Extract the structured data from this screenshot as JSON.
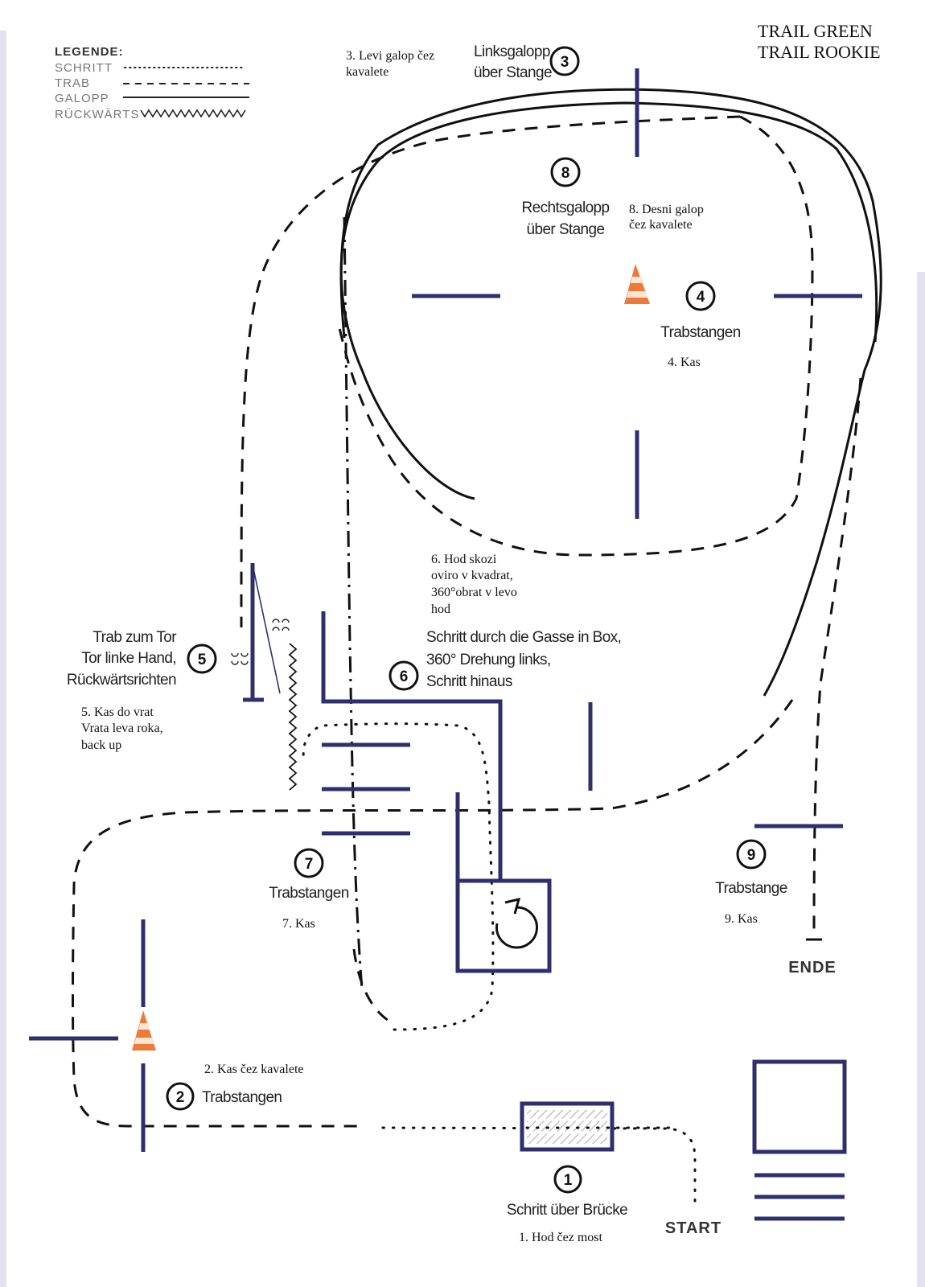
{
  "title": {
    "line1": "TRAIL GREEN",
    "line2": "TRAIL ROOKIE"
  },
  "legend": {
    "heading": "LEGENDE:",
    "items": [
      {
        "label": "SCHRITT",
        "style": "dotted"
      },
      {
        "label": "TRAB",
        "style": "dashed"
      },
      {
        "label": "GALOPP",
        "style": "solid"
      },
      {
        "label": "RÜCKWÄRTS",
        "style": "zigzag"
      }
    ]
  },
  "colors": {
    "pole": "#2e2f6e",
    "path": "#111111",
    "cone_orange": "#ee7a3a",
    "edge": "#e4e2ee"
  },
  "obstacles": [
    {
      "number": "1",
      "de": [
        "Schritt über Brücke"
      ],
      "sl": [
        "1. Hod čez most"
      ]
    },
    {
      "number": "2",
      "de": [
        "Trabstangen"
      ],
      "sl": [
        "2. Kas čez kavalete"
      ]
    },
    {
      "number": "3",
      "de": [
        "Linksgalopp",
        "über Stange"
      ],
      "sl": [
        "3. Levi galop čez",
        "kavalete"
      ]
    },
    {
      "number": "4",
      "de": [
        "Trabstangen"
      ],
      "sl": [
        "4. Kas"
      ]
    },
    {
      "number": "5",
      "de": [
        "Trab zum Tor",
        "Tor linke Hand,",
        "Rückwärtsrichten"
      ],
      "sl": [
        "5. Kas do vrat",
        "Vrata leva roka,",
        "back up"
      ]
    },
    {
      "number": "6",
      "de": [
        "Schritt durch die Gasse in Box,",
        "360° Drehung links,",
        "Schritt hinaus"
      ],
      "sl": [
        "6. Hod skozi",
        "oviro v kvadrat,",
        "360°obrat v levo",
        "hod"
      ]
    },
    {
      "number": "7",
      "de": [
        "Trabstangen"
      ],
      "sl": [
        "7. Kas"
      ]
    },
    {
      "number": "8",
      "de": [
        "Rechtsgalopp",
        "über Stange"
      ],
      "sl": [
        "8. Desni galop",
        "čez kavalete"
      ]
    },
    {
      "number": "9",
      "de": [
        "Trabstange"
      ],
      "sl": [
        "9. Kas"
      ]
    }
  ],
  "markers": {
    "start": "START",
    "end": "ENDE"
  },
  "icons": {
    "cone": "traffic-cone-icon",
    "rotate": "counterclockwise-arrow-icon",
    "hoofprints": "hoofprint-icon"
  }
}
